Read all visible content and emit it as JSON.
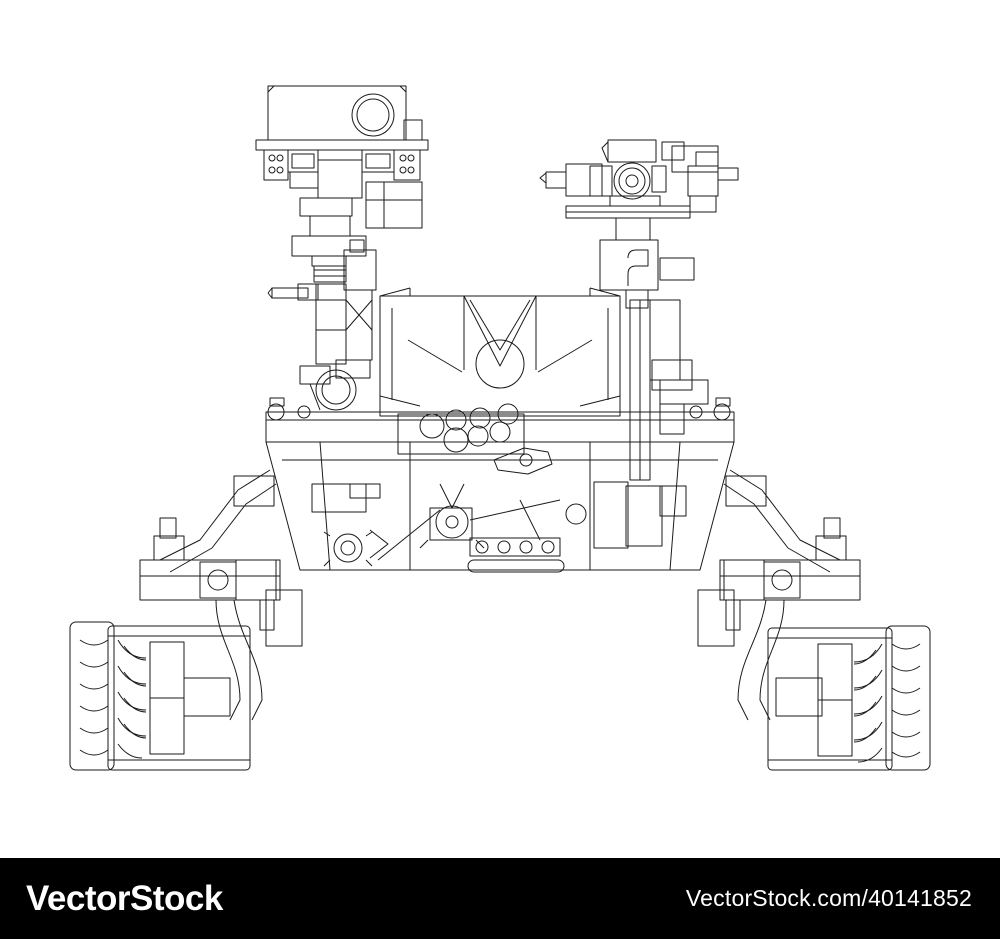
{
  "footer": {
    "brand": "VectorStock",
    "id_text": "VectorStock.com/40141852",
    "background_color": "#000000",
    "text_color": "#ffffff"
  },
  "artwork": {
    "subject": "rover-wireframe",
    "line_color": "#1a1a1a",
    "background_color": "#ffffff"
  }
}
